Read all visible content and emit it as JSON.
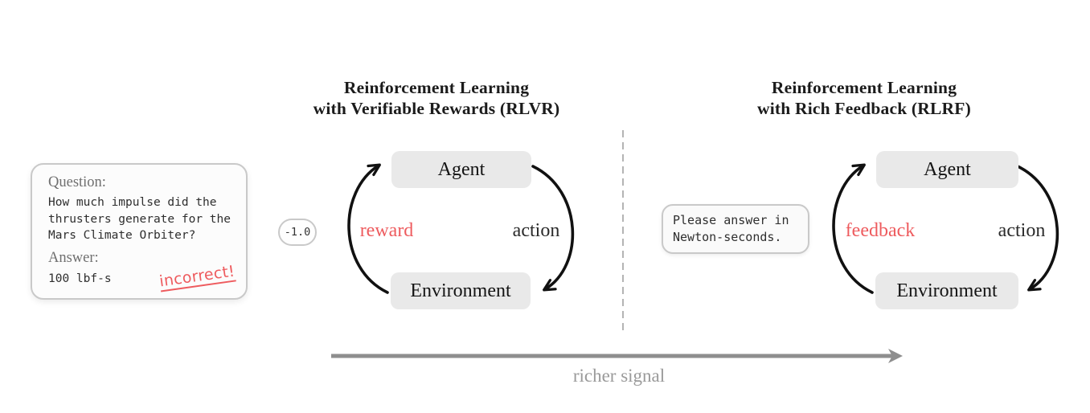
{
  "rlvr": {
    "title_line1": "Reinforcement Learning",
    "title_line2": "with Verifiable Rewards (RLVR)",
    "card": {
      "question_label": "Question:",
      "question_text": "How much impulse did the thrusters generate for the Mars Climate Orbiter?",
      "answer_label": "Answer:",
      "answer_value": "100 lbf-s",
      "verdict": "incorrect!"
    },
    "reward_value": "-1.0",
    "loop": {
      "top_node": "Agent",
      "bottom_node": "Environment",
      "left_edge_label": "reward",
      "right_edge_label": "action"
    }
  },
  "rlrf": {
    "title_line1": "Reinforcement Learning",
    "title_line2": "with Rich Feedback (RLRF)",
    "prompt_bubble_line1": "Please answer in",
    "prompt_bubble_line2": "Newton-seconds.",
    "loop": {
      "top_node": "Agent",
      "bottom_node": "Environment",
      "left_edge_label": "feedback",
      "right_edge_label": "action"
    }
  },
  "axis_label": "richer signal",
  "colors": {
    "accent_red": "#ee5b5e",
    "node_fill": "#e9e9e9",
    "loop_arrow_black": "#111111",
    "signal_arrow_gray": "#8e8e8e",
    "muted_label_gray": "#6f6f6f",
    "divider_gray": "#b4b4b4",
    "axis_label_gray": "#9a9a9a"
  }
}
